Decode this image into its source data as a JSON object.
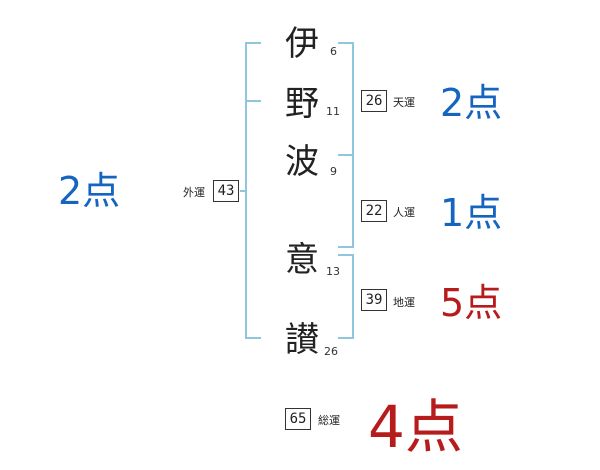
{
  "colors": {
    "blue": "#1565c0",
    "red": "#b71c1c",
    "bracket": "#8fc6dd"
  },
  "chars": [
    {
      "char": "伊",
      "strokes": "6"
    },
    {
      "char": "野",
      "strokes": "11"
    },
    {
      "char": "波",
      "strokes": "9"
    },
    {
      "char": "意",
      "strokes": "13"
    },
    {
      "char": "讃",
      "strokes": "26"
    }
  ],
  "gaiun": {
    "label": "外運",
    "value": "43",
    "score": "2点"
  },
  "tenun": {
    "label": "天運",
    "value": "26",
    "score": "2点"
  },
  "jinun": {
    "label": "人運",
    "value": "22",
    "score": "1点"
  },
  "chiun": {
    "label": "地運",
    "value": "39",
    "score": "5点"
  },
  "souun": {
    "label": "総運",
    "value": "65",
    "score": "4点"
  }
}
